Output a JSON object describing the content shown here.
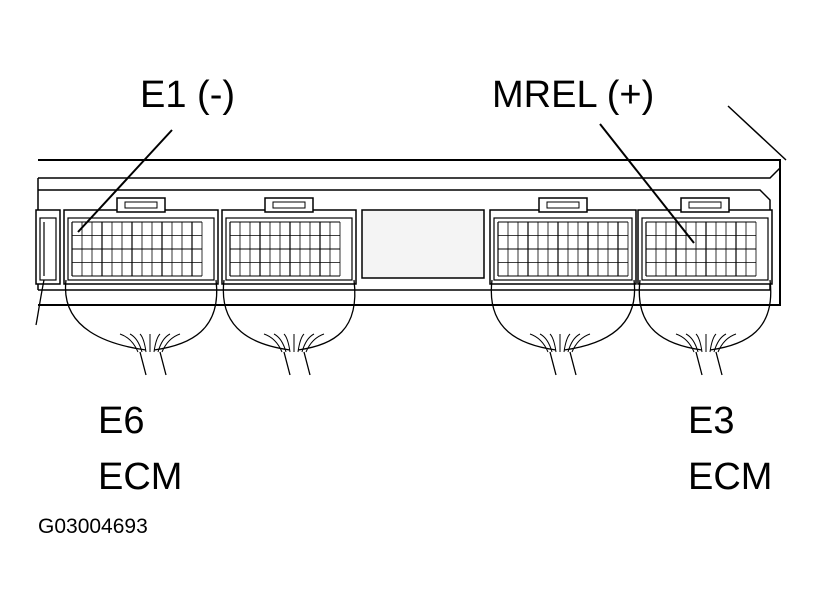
{
  "labels": {
    "e1": "E1  (-)",
    "mrel": "MREL (+)",
    "e6": "E6",
    "e6_sub": "ECM",
    "e3": "E3",
    "e3_sub": "ECM"
  },
  "figure_code": "G03004693",
  "colors": {
    "ink": "#000000",
    "paper": "#ffffff",
    "window": "#f4f4f4"
  }
}
